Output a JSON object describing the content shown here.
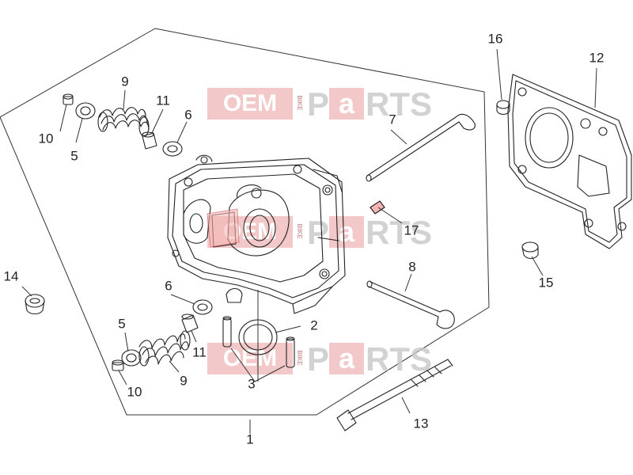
{
  "watermark": {
    "part_oem": "OEM",
    "part_bike": "BIKE",
    "part_p": "P",
    "part_a": "a",
    "part_rts": "RTS",
    "color_red": "#e99a9a",
    "color_gray": "#c8c8c8"
  },
  "callouts": [
    {
      "id": "1",
      "label": "1"
    },
    {
      "id": "2",
      "label": "2"
    },
    {
      "id": "3",
      "label": "3"
    },
    {
      "id": "5a",
      "label": "5"
    },
    {
      "id": "5b",
      "label": "5"
    },
    {
      "id": "6a",
      "label": "6"
    },
    {
      "id": "6b",
      "label": "6"
    },
    {
      "id": "7",
      "label": "7"
    },
    {
      "id": "8",
      "label": "8"
    },
    {
      "id": "9a",
      "label": "9"
    },
    {
      "id": "9b",
      "label": "9"
    },
    {
      "id": "10a",
      "label": "10"
    },
    {
      "id": "10b",
      "label": "10"
    },
    {
      "id": "11a",
      "label": "11"
    },
    {
      "id": "11b",
      "label": "11"
    },
    {
      "id": "12",
      "label": "12"
    },
    {
      "id": "13",
      "label": "13"
    },
    {
      "id": "14",
      "label": "14"
    },
    {
      "id": "15",
      "label": "15"
    },
    {
      "id": "16",
      "label": "16"
    },
    {
      "id": "17",
      "label": "17"
    }
  ],
  "colors": {
    "line": "#222222",
    "highlight_fill": "#f4b6b4",
    "highlight_stroke": "#cc5555"
  }
}
